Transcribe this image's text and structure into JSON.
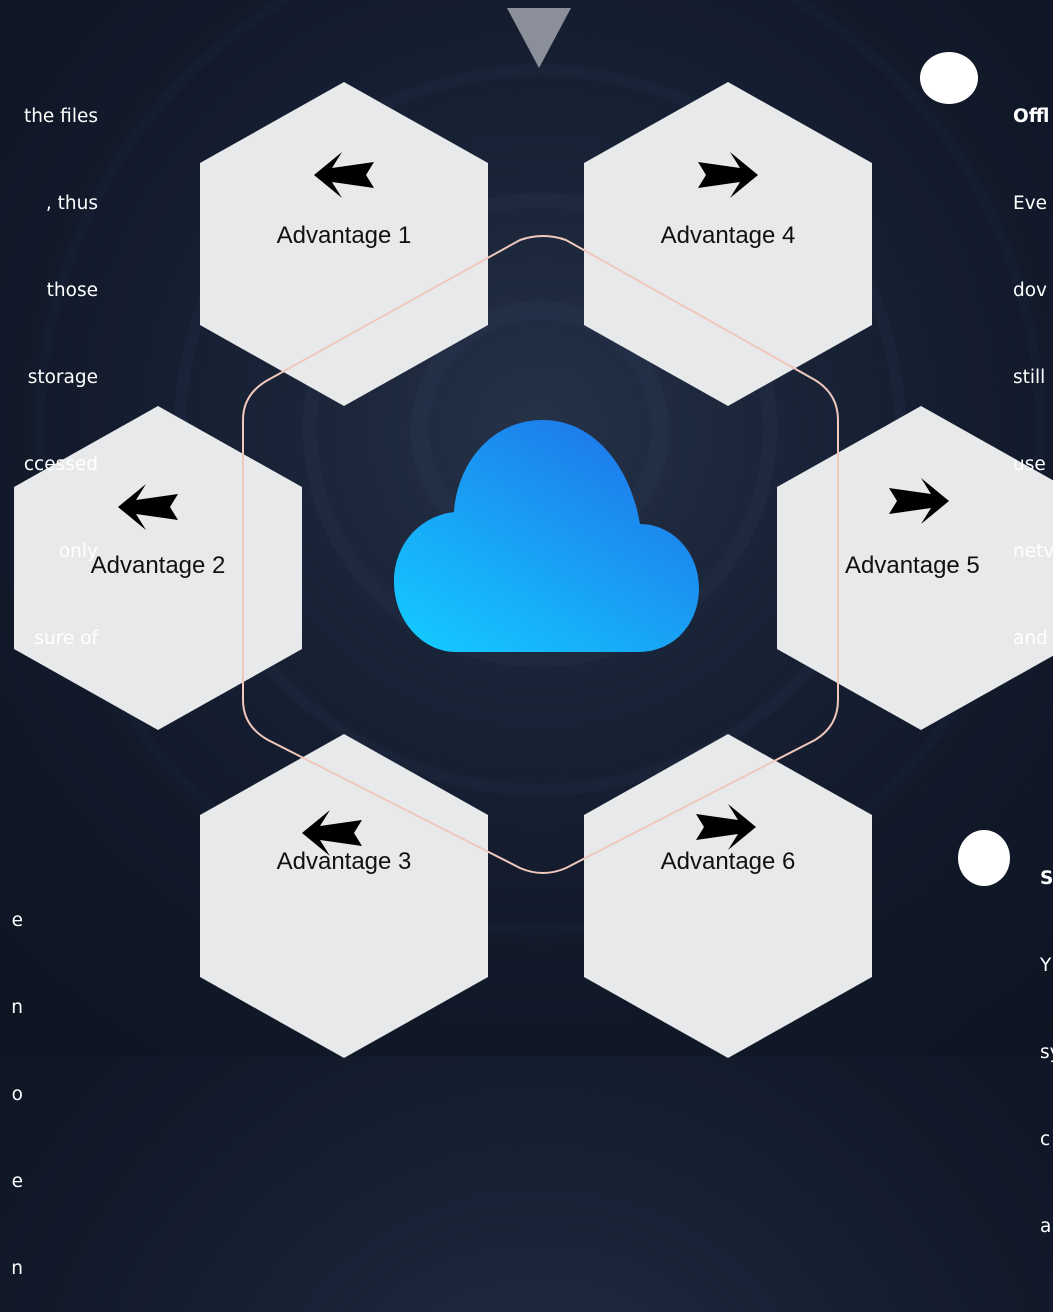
{
  "advantages": [
    {
      "label": "Advantage 1",
      "arrow": "left-arrow-icon"
    },
    {
      "label": "Advantage 2",
      "arrow": "left-arrow-icon"
    },
    {
      "label": "Advantage 3",
      "arrow": "left-arrow-icon"
    },
    {
      "label": "Advantage 4",
      "arrow": "right-arrow-icon"
    },
    {
      "label": "Advantage 5",
      "arrow": "right-arrow-icon"
    },
    {
      "label": "Advantage 6",
      "arrow": "right-arrow-icon"
    }
  ],
  "center_icon": "cloud-icon",
  "left_top_text": [
    "the files",
    ", thus",
    "those",
    "storage",
    "ccessed",
    "only",
    "sure of"
  ],
  "left_bottom_text": [
    "e",
    "n",
    "o",
    "e",
    "n"
  ],
  "right_top": {
    "title": "Offl",
    "lines": [
      "Eve",
      "dov",
      "still",
      "use",
      "netv",
      "and"
    ]
  },
  "right_bottom": {
    "title": "S",
    "lines": [
      "Y",
      "sy",
      "c",
      "a"
    ]
  },
  "colors": {
    "hexagon": "#e8e9eb",
    "outline": "#f0c8bc",
    "cloud_top": "#1a7fe8",
    "cloud_bottom": "#18c6ff",
    "triangle": "#8a8f99"
  }
}
